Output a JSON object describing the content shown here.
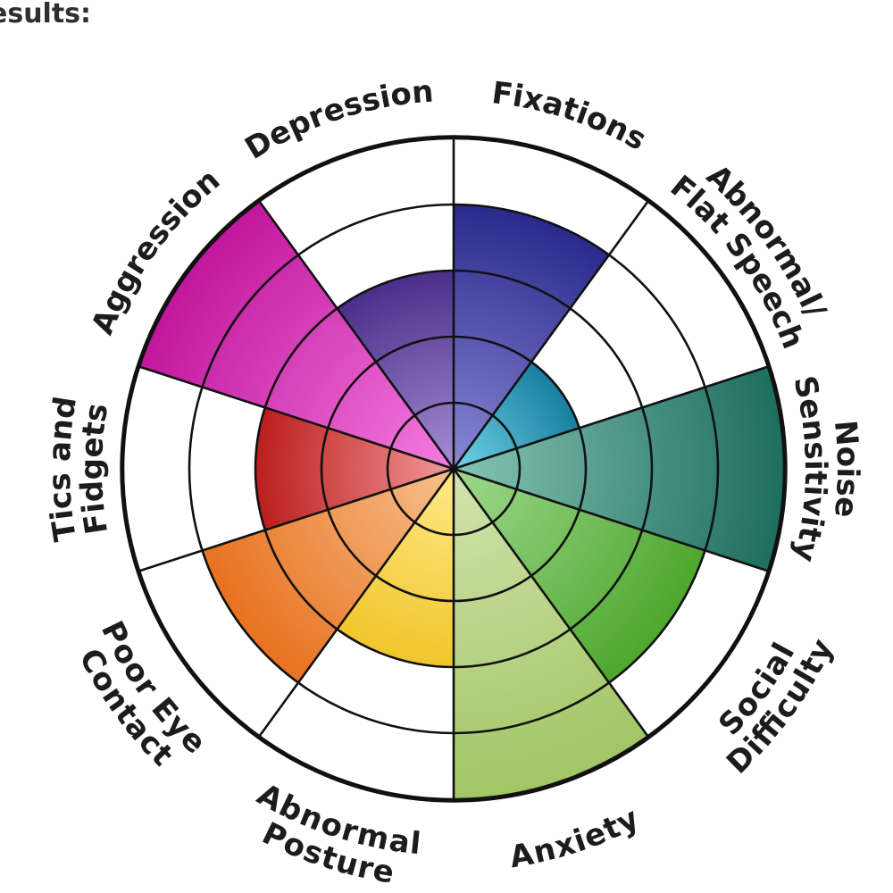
{
  "heading": "esults:",
  "chart_data": {
    "type": "polar-area",
    "title": "",
    "max": 5,
    "rings": 5,
    "grid": true,
    "categories": [
      {
        "name": "Fixations",
        "lines": [
          "Fixations"
        ],
        "value": 4,
        "color_inner": "#8a88d6",
        "color_outer": "#2a2a8c"
      },
      {
        "name": "Abnormal/ Flat Speech",
        "lines": [
          "Abnormal/",
          "Flat Speech"
        ],
        "value": 2,
        "color_inner": "#6fd3e8",
        "color_outer": "#1a7ea0"
      },
      {
        "name": "Noise Sensitivity",
        "lines": [
          "Noise",
          "Sensitivity"
        ],
        "value": 5,
        "color_inner": "#86c4b6",
        "color_outer": "#1e6e5e"
      },
      {
        "name": "Social Difficulty",
        "lines": [
          "Social",
          "Difficulty"
        ],
        "value": 4,
        "color_inner": "#9fd88e",
        "color_outer": "#4ea72e"
      },
      {
        "name": "Anxiety",
        "lines": [
          "Anxiety"
        ],
        "value": 5,
        "color_inner": "#d2e4ad",
        "color_outer": "#a2c565"
      },
      {
        "name": "Abnormal Posture",
        "lines": [
          "Abnormal",
          "Posture"
        ],
        "value": 3,
        "color_inner": "#ffe98a",
        "color_outer": "#f1c62c"
      },
      {
        "name": "Poor Eye Contact",
        "lines": [
          "Poor Eye",
          "Contact"
        ],
        "value": 4,
        "color_inner": "#f8c08e",
        "color_outer": "#e8721f"
      },
      {
        "name": "Tics and Fidgets",
        "lines": [
          "Tics and",
          "Fidgets"
        ],
        "value": 3,
        "color_inner": "#f29898",
        "color_outer": "#bc1e1e"
      },
      {
        "name": "Aggression",
        "lines": [
          "Aggression"
        ],
        "value": 5,
        "color_inner": "#f37de0",
        "color_outer": "#c2179e"
      },
      {
        "name": "Depression",
        "lines": [
          "Depression"
        ],
        "value": 3,
        "color_inner": "#a58ed4",
        "color_outer": "#4a2f8a"
      }
    ]
  }
}
